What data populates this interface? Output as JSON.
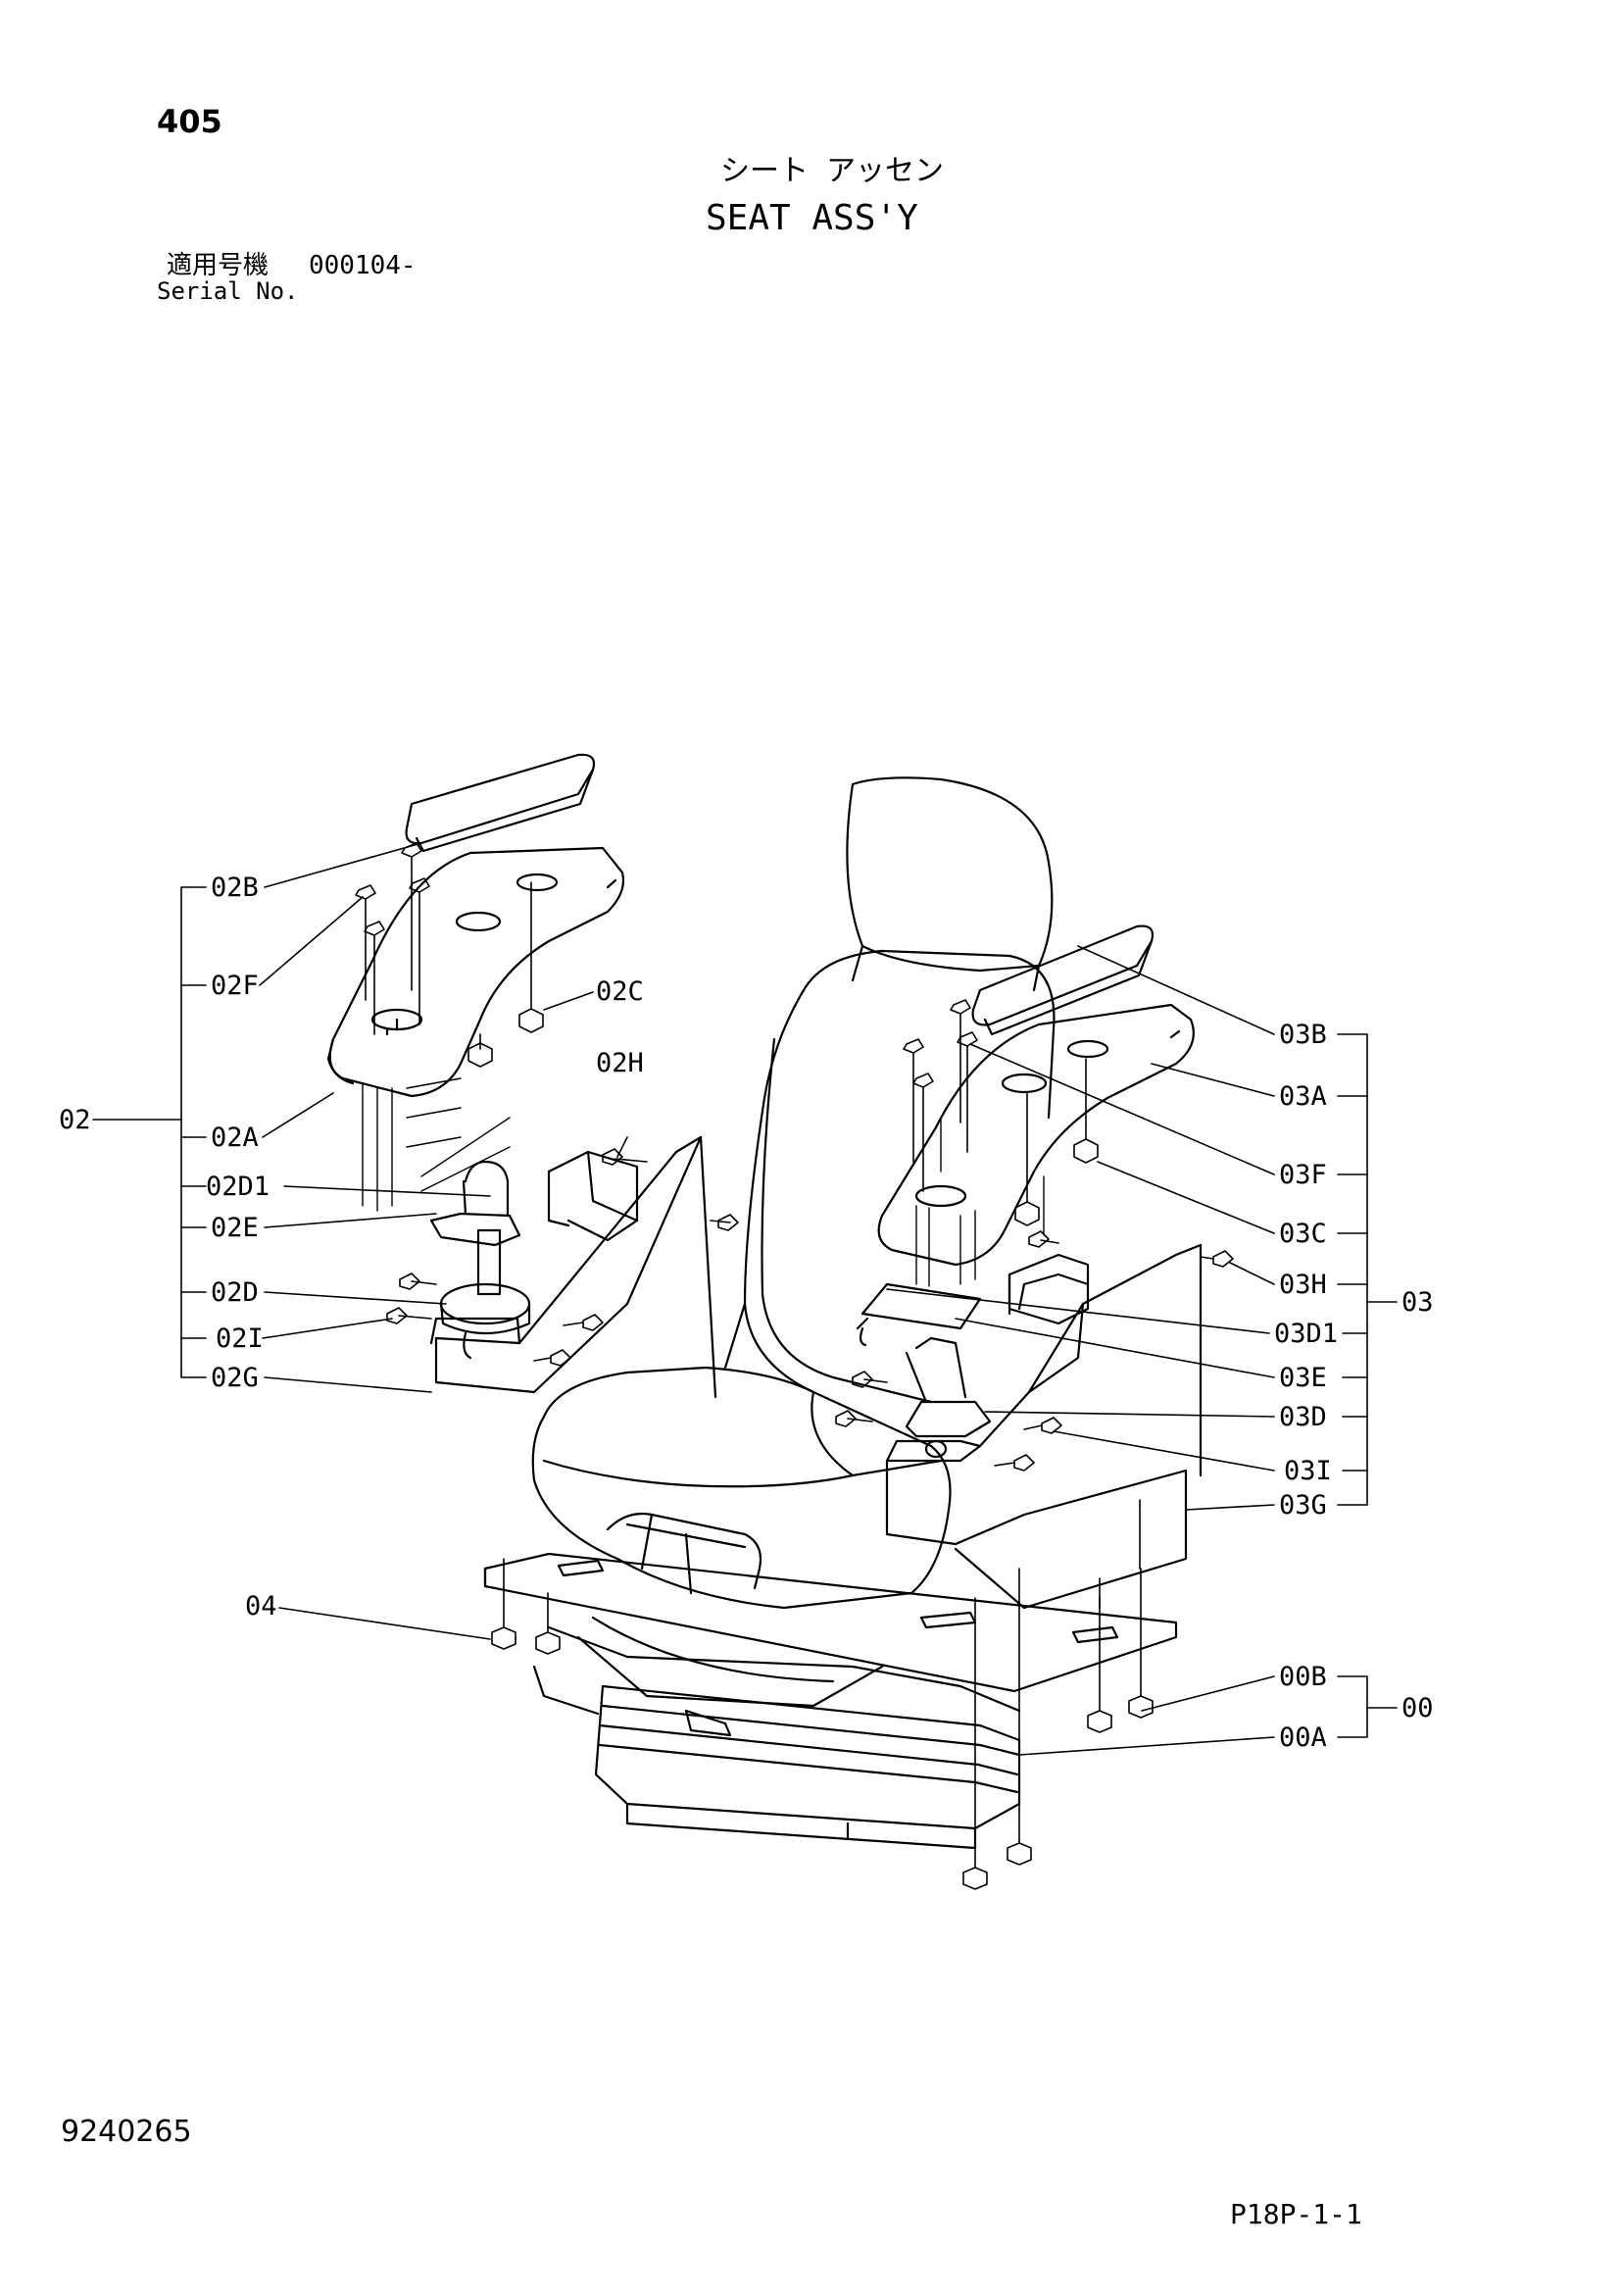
{
  "header": {
    "page_number": "405",
    "title_jp": "シート アッセン",
    "title_en": "SEAT ASS'Y",
    "serial_label_jp": "適用号機",
    "serial_value": "000104-",
    "serial_label_en": "Serial No."
  },
  "footer": {
    "doc_code": "9240265",
    "sheet_ref": "P18P-1-1"
  },
  "callouts": {
    "left": [
      "02B",
      "02F",
      "02C",
      "02H",
      "02A",
      "02D1",
      "02E",
      "02D",
      "02I",
      "02G"
    ],
    "left_group": "02",
    "right": [
      "03B",
      "03A",
      "03F",
      "03C",
      "03H",
      "03D1",
      "03E",
      "03D",
      "03I",
      "03G"
    ],
    "right_group": "03",
    "bottom": [
      "00B",
      "00A"
    ],
    "bottom_group": "00",
    "misc": [
      "04"
    ]
  }
}
